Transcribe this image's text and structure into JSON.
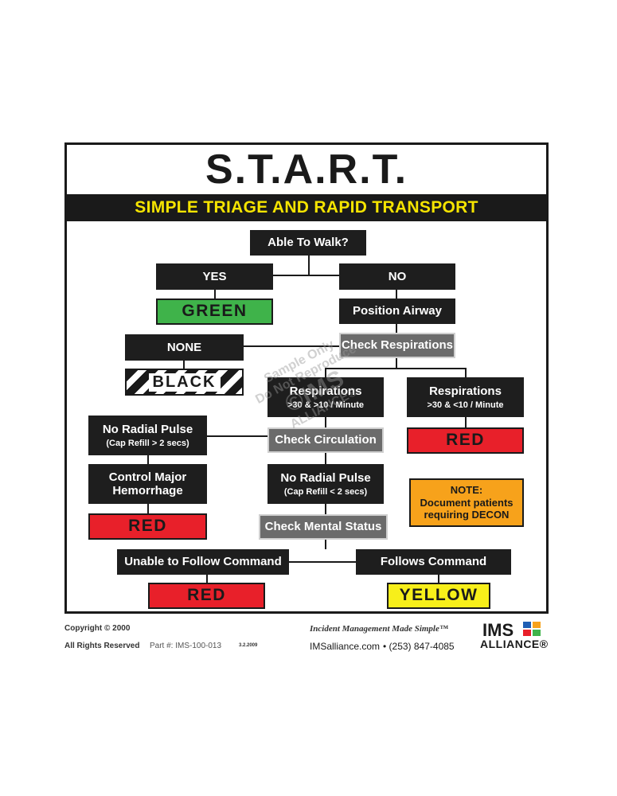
{
  "header": {
    "title": "S.T.A.R.T.",
    "subtitle": "SIMPLE TRIAGE AND RAPID TRANSPORT"
  },
  "flow": {
    "able_to_walk": "Able To Walk?",
    "yes": "YES",
    "no": "NO",
    "green": "GREEN",
    "position_airway": "Position Airway",
    "none": "NONE",
    "check_respirations": "Check Respirations",
    "black": "BLACK",
    "respirations_mid": "Respirations",
    "respirations_mid_sub": ">30 & >10 / Minute",
    "respirations_right": "Respirations",
    "respirations_right_sub": ">30 & <10 / Minute",
    "red_respirations": "RED",
    "no_radial_pulse_left": "No Radial Pulse",
    "no_radial_pulse_left_sub": "(Cap Refill > 2 secs)",
    "check_circulation": "Check Circulation",
    "control_hemorrhage_1": "Control Major",
    "control_hemorrhage_2": "Hemorrhage",
    "no_radial_pulse_mid": "No Radial Pulse",
    "no_radial_pulse_mid_sub": "(Cap Refill < 2 secs)",
    "note_1": "NOTE:",
    "note_2": "Document patients",
    "note_3": "requiring DECON",
    "red_hemorrhage": "RED",
    "check_mental_status": "Check Mental Status",
    "unable_follow": "Unable to Follow Command",
    "follows": "Follows Command",
    "red_unable": "RED",
    "yellow": "YELLOW"
  },
  "watermark": {
    "line1": "Sample Only",
    "line2": "Do Not Reproduce",
    "line3": "©IMS",
    "line4": "ALLIANCE®"
  },
  "footer": {
    "copyright": "Copyright © 2000",
    "rights": "All Rights Reserved",
    "part": "Part #: IMS-100-013",
    "version": "3.2.2009",
    "tagline": "Incident Management Made Simple™",
    "website": "IMSalliance.com",
    "phone": "• (253) 847-4085",
    "logo_ims": "IMS",
    "logo_alliance": "ALLIANCE®"
  },
  "colors": {
    "green": "#3fb34a",
    "red": "#e8202a",
    "yellow": "#f7ef1a",
    "orange": "#f7a21b",
    "dark": "#1e1e1e",
    "subtitle_text": "#f5e400"
  }
}
